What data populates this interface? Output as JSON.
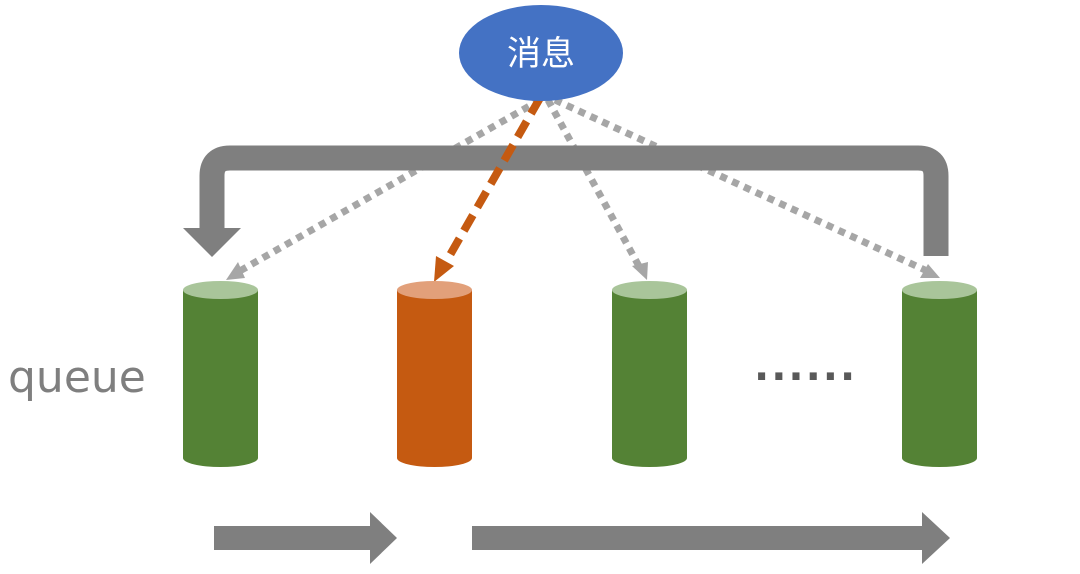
{
  "message": {
    "label": "消息",
    "fill": "#4472c4"
  },
  "queue_label": "queue",
  "ellipsis": "......",
  "queues": [
    {
      "state": "idle",
      "body": "#548235",
      "top": "#a9c59a"
    },
    {
      "state": "selected",
      "body": "#c55a11",
      "top": "#e2a07a"
    },
    {
      "state": "idle",
      "body": "#548235",
      "top": "#a9c59a"
    },
    {
      "state": "idle",
      "body": "#548235",
      "top": "#a9c59a"
    }
  ],
  "colors": {
    "dotted_arrow": "#a6a6a6",
    "selected_arrow": "#c55a11",
    "loop_arrow": "#7f7f7f",
    "direction_arrow": "#7f7f7f"
  }
}
